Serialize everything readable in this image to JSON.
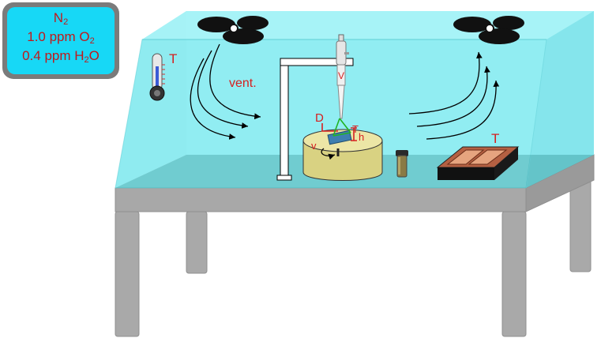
{
  "atmosphere": {
    "gas_main": "N",
    "gas_sub": "2",
    "o2_prefix": "1.0 ppm O",
    "o2_sub": "2",
    "h2o_prefix": "0.4 ppm H",
    "h2o_sub": "2",
    "h2o_suffix": "O"
  },
  "labels": {
    "thermometer_t": "T",
    "ventilation": "vent.",
    "pipette_v": "V",
    "distance_d": "D",
    "stage_t": "T",
    "height_h": "h",
    "rotation_v": "v",
    "hotplate_t": "T"
  },
  "icons": {
    "fan_left": "fan-icon",
    "fan_right": "fan-icon",
    "thermometer": "thermometer-icon",
    "pipette": "pipette-icon",
    "vial": "vial-icon",
    "hotplate": "hotplate-icon"
  },
  "colors": {
    "glovebox_glass": "#8eeef3",
    "glovebox_floor": "#4ea7a9",
    "table_grey": "#a8a8a8",
    "label_red": "#d62020",
    "badge_fill": "#17d8f6",
    "badge_border": "#7b7b7b",
    "stage_yellow": "#e3dc93",
    "hotplate_copper": "#c8704e"
  }
}
